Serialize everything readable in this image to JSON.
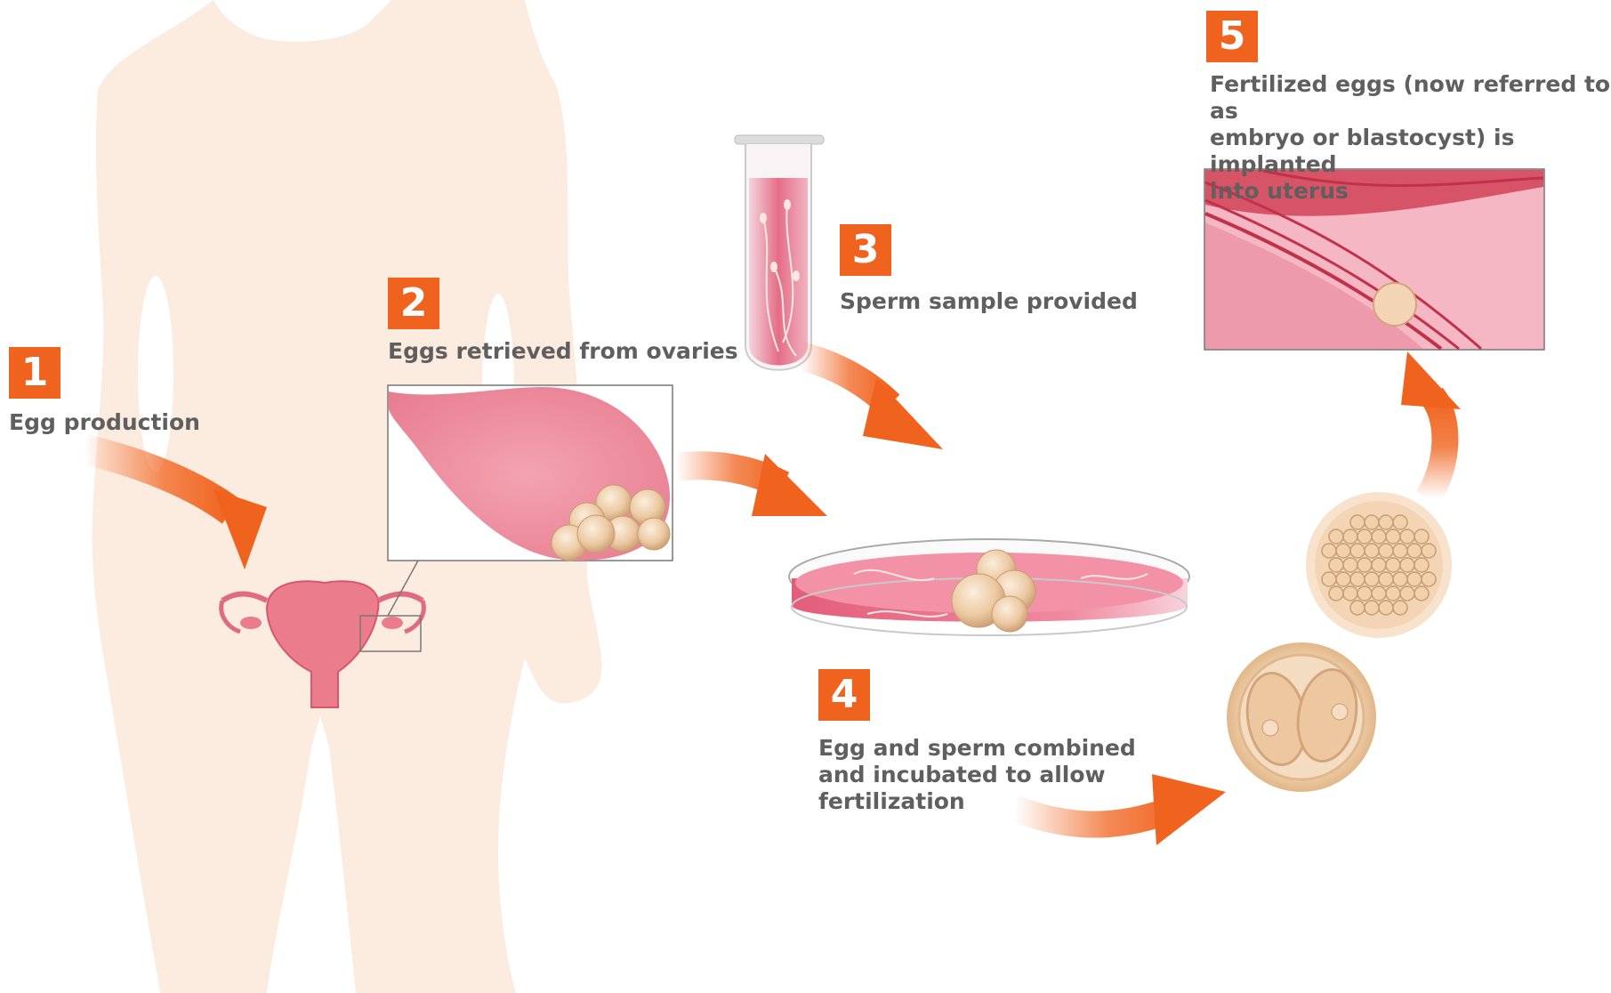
{
  "colors": {
    "accent": "#f0631e",
    "text": "#5f5f5f",
    "body_silhouette": "#fcebdf",
    "tissue_pink": "#e77a8e",
    "egg_cell": "#ecc9a2"
  },
  "steps": [
    {
      "number": "1",
      "label": "Egg production"
    },
    {
      "number": "2",
      "label": "Eggs retrieved from ovaries"
    },
    {
      "number": "3",
      "label": "Sperm sample provided"
    },
    {
      "number": "4",
      "label": "Egg and sperm combined\nand incubated to allow\nfertilization"
    },
    {
      "number": "5",
      "label": "Fertilized eggs (now referred to as\nembryo or blastocyst) is implanted\ninto uterus"
    }
  ]
}
